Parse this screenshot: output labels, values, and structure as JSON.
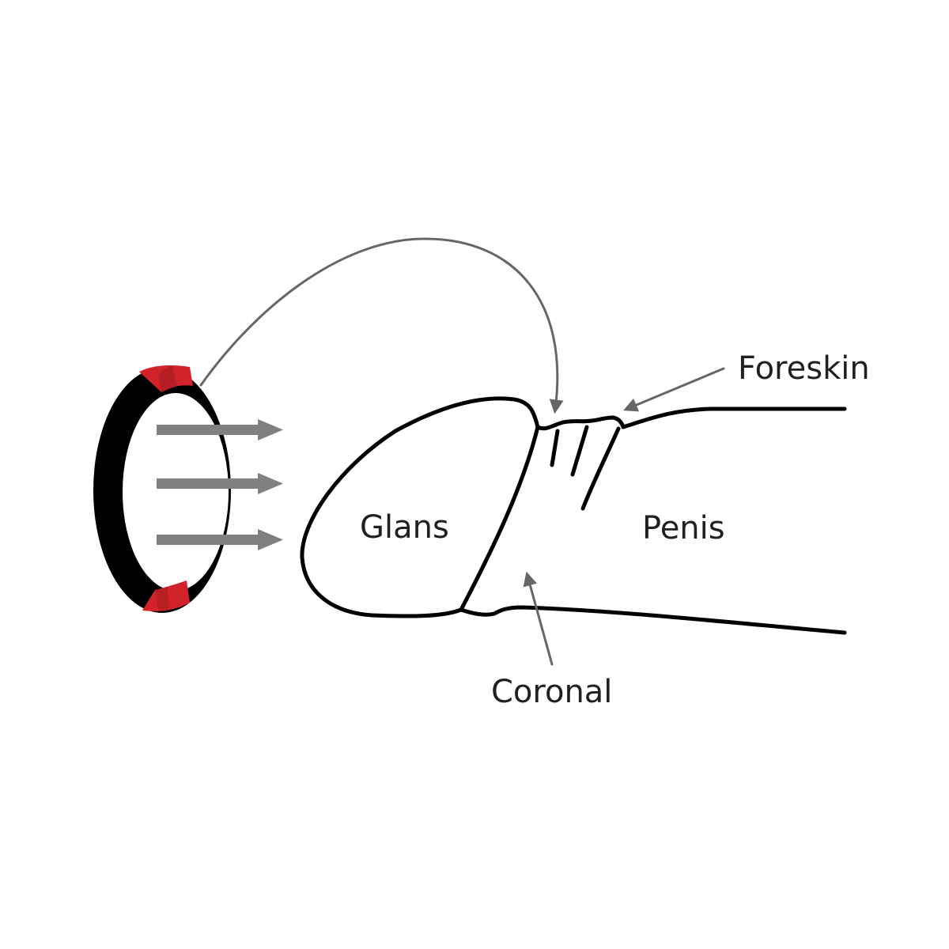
{
  "labels": {
    "glans": "Glans",
    "penis": "Penis",
    "foreskin": "Foreskin",
    "coronal": "Coronal"
  },
  "colors": {
    "ring": "#000000",
    "ring_clip": "#d2232a",
    "ring_clip_shade": "#a61c22",
    "arrow": "#808080",
    "pointer": "#666666",
    "outline": "#000000",
    "text": "#231f20"
  },
  "push_arrows": {
    "count": 3
  }
}
